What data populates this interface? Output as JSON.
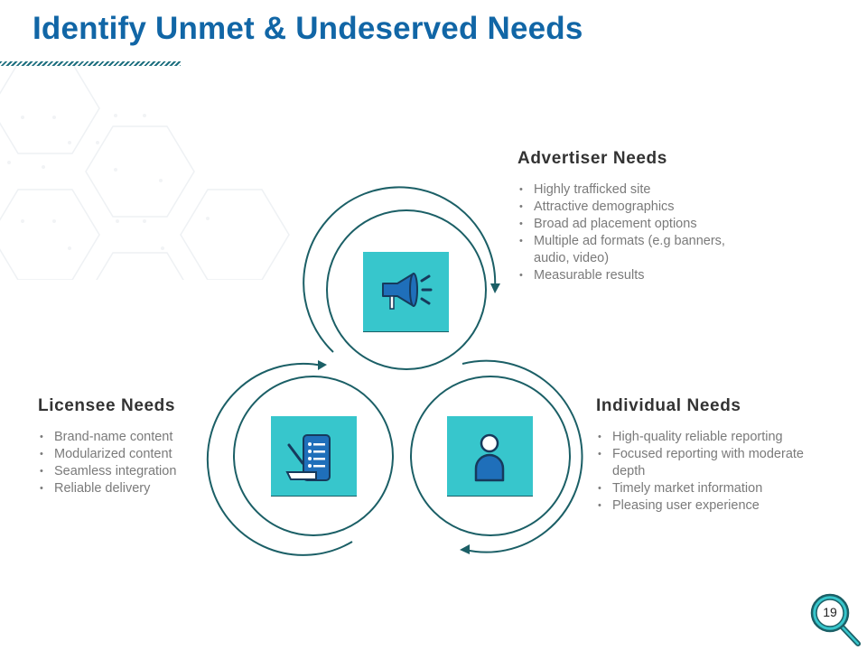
{
  "title": "Identify Unmet & Undeserved Needs",
  "colors": {
    "title": "#1166a6",
    "ring": "#1b5f66",
    "tile": "#37c6cc",
    "icon": "#1f6fba",
    "body_text": "#7a7a7a",
    "heading_text": "#333333"
  },
  "advertiser": {
    "heading": "Advertiser Needs",
    "icon": "megaphone-icon",
    "items": [
      "Highly trafficked site",
      "Attractive demographics",
      "Broad ad placement options",
      "Multiple ad formats (e.g banners, audio, video)",
      "Measurable results"
    ]
  },
  "licensee": {
    "heading": "Licensee Needs",
    "icon": "checklist-icon",
    "items": [
      "Brand-name content",
      "Modularized content",
      "Seamless integration",
      "Reliable delivery"
    ]
  },
  "individual": {
    "heading": "Individual Needs",
    "icon": "user-icon",
    "items": [
      "High-quality reliable reporting",
      "Focused reporting with moderate depth",
      "Timely market information",
      "Pleasing user experience"
    ]
  },
  "page_number": "19"
}
